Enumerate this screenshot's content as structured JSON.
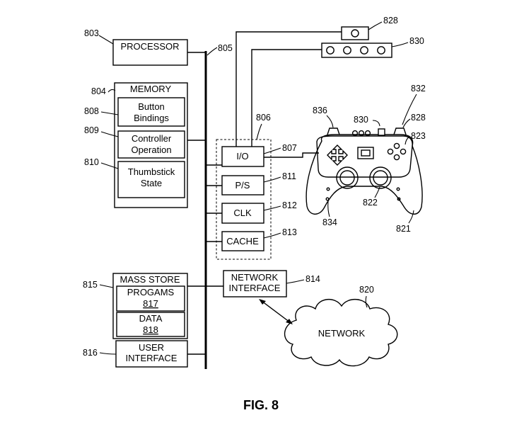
{
  "figure_title": "FIG. 8",
  "blocks": {
    "processor": "PROCESSOR",
    "memory": "MEMORY",
    "button_bindings": [
      "Button",
      "Bindings"
    ],
    "controller_operation": [
      "Controller",
      "Operation"
    ],
    "thumbstick_state": [
      "Thumbstick",
      "State"
    ],
    "io": "I/O",
    "ps": "P/S",
    "clk": "CLK",
    "cache": "CACHE",
    "network_interface": [
      "NETWORK",
      "INTERFACE"
    ],
    "network": "NETWORK",
    "mass_store": "MASS STORE",
    "programs": [
      "PROGAMS",
      "817"
    ],
    "data": [
      "DATA",
      "818"
    ],
    "user_interface": [
      "USER",
      "INTERFACE"
    ]
  },
  "refs": {
    "r803": "803",
    "r804": "804",
    "r805": "805",
    "r806": "806",
    "r807": "807",
    "r808": "808",
    "r809": "809",
    "r810": "810",
    "r811": "811",
    "r812": "812",
    "r813": "813",
    "r814": "814",
    "r815": "815",
    "r816": "816",
    "r820": "820",
    "r821": "821",
    "r822": "822",
    "r823": "823",
    "r828a": "828",
    "r828b": "828",
    "r830a": "830",
    "r830b": "830",
    "r832": "832",
    "r834": "834",
    "r836": "836"
  }
}
